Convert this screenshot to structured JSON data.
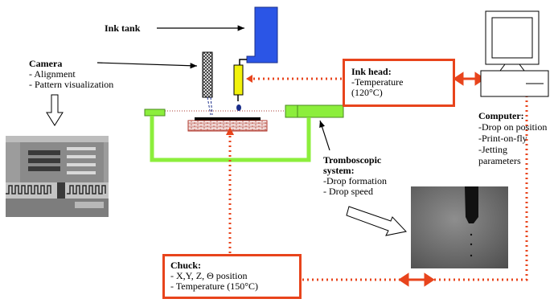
{
  "labels": {
    "ink_tank": "Ink tank",
    "camera_title": "Camera",
    "camera_items": [
      "- Alignment",
      "- Pattern visualization"
    ],
    "ink_head_title": "Ink head:",
    "ink_head_items": [
      "-Temperature",
      "(120°C)"
    ],
    "computer_title": "Computer:",
    "computer_items": [
      "-Drop on position",
      "-Print-on-fly",
      "-Jetting",
      "parameters"
    ],
    "stroboscopic_title": [
      "Tromboscopic",
      "system:"
    ],
    "stroboscopic_items": [
      "-Drop formation",
      "- Drop speed"
    ],
    "chuck_title": "Chuck:",
    "chuck_items": [
      "-  X,Y, Z, Θ position",
      "- Temperature (150°C)"
    ]
  },
  "colors": {
    "ink_tank": "#2b55e6",
    "ink_head": "#f2f20c",
    "frame": "#8cee3c",
    "accent": "#e8441c"
  }
}
